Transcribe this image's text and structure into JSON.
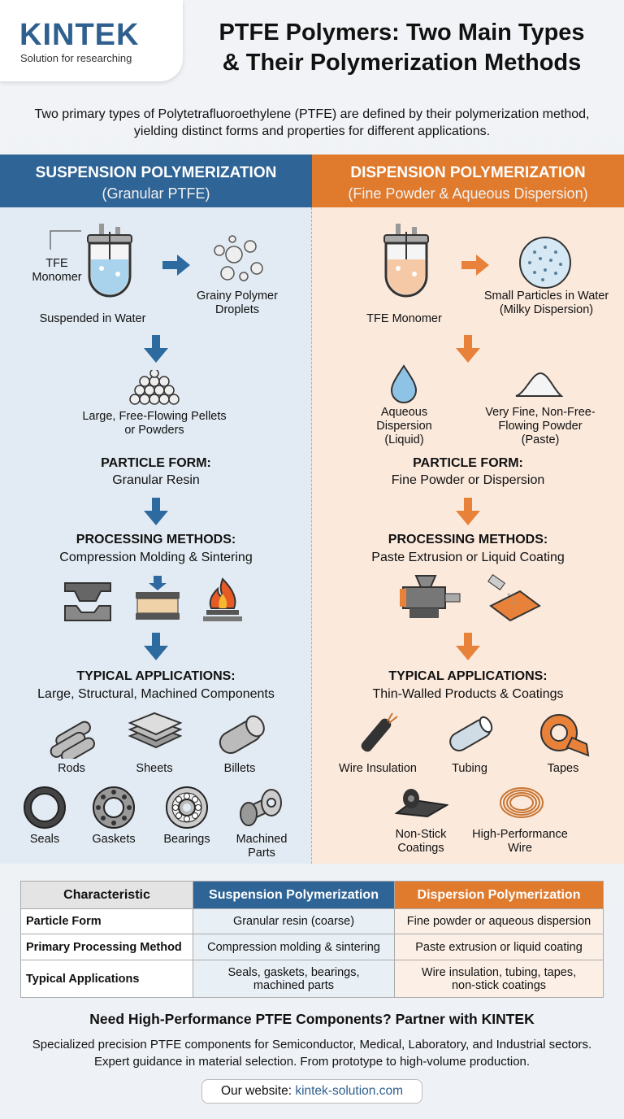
{
  "brand": {
    "logo_text": "KINTEK",
    "tagline": "Solution for researching"
  },
  "title_line1": "PTFE Polymers: Two Main Types",
  "title_line2": "& Their Polymerization Methods",
  "intro": "Two primary types of Polytetrafluoroethylene (PTFE) are defined by their polymerization method, yielding distinct forms and properties for different applications.",
  "colors": {
    "suspension": "#2f6496",
    "dispersion": "#e07b2e",
    "suspension_bg": "#e2ebf3",
    "dispersion_bg": "#fbe9dc"
  },
  "suspension": {
    "title": "SUSPENSION POLYMERIZATION",
    "subtitle": "(Granular PTFE)",
    "monomer_label": "TFE\nMonomer",
    "reactor_label": "Suspended in Water",
    "droplets_label": "Grainy Polymer Droplets",
    "pellets_label": "Large, Free-Flowing Pellets or Powders",
    "particle_title": "PARTICLE FORM:",
    "particle_value": "Granular Resin",
    "processing_title": "PROCESSING METHODS:",
    "processing_value": "Compression Molding & Sintering",
    "applications_title": "TYPICAL APPLICATIONS:",
    "applications_value": "Large, Structural, Machined Components",
    "apps": [
      {
        "label": "Rods",
        "icon": "rods-icon"
      },
      {
        "label": "Sheets",
        "icon": "sheets-icon"
      },
      {
        "label": "Billets",
        "icon": "billet-icon"
      },
      {
        "label": "Seals",
        "icon": "seal-icon"
      },
      {
        "label": "Gaskets",
        "icon": "gasket-icon"
      },
      {
        "label": "Bearings",
        "icon": "bearing-icon"
      },
      {
        "label": "Machined Parts",
        "icon": "machined-part-icon"
      }
    ]
  },
  "dispersion": {
    "title": "DISPENSION POLYMERIZATION",
    "subtitle": "(Fine Powder & Aqueous Dispersion)",
    "reactor_label": "TFE Monomer",
    "particles_label": "Small Particles in Water (Milky Dispersion)",
    "liquid_label": "Aqueous Dispersion (Liquid)",
    "powder_label": "Very Fine, Non-Free-Flowing Powder (Paste)",
    "particle_title": "PARTICLE FORM:",
    "particle_value": "Fine Powder or Dispersion",
    "processing_title": "PROCESSING METHODS:",
    "processing_value": "Paste Extrusion or Liquid Coating",
    "applications_title": "TYPICAL APPLICATIONS:",
    "applications_value": "Thin-Walled Products & Coatings",
    "apps": [
      {
        "label": "Wire Insulation",
        "icon": "wire-icon"
      },
      {
        "label": "Tubing",
        "icon": "tube-icon"
      },
      {
        "label": "Tapes",
        "icon": "tape-icon"
      },
      {
        "label": "Non-Stick Coatings",
        "icon": "coating-roll-icon"
      },
      {
        "label": "High-Performance Wire",
        "icon": "coil-icon"
      }
    ]
  },
  "table": {
    "headers": [
      "Characteristic",
      "Suspension Polymerization",
      "Dispersion Polymerization"
    ],
    "rows": [
      [
        "Particle Form",
        "Granular resin (coarse)",
        "Fine powder or aqueous dispersion"
      ],
      [
        "Primary Processing Method",
        "Compression molding & sintering",
        "Paste extrusion or liquid coating"
      ],
      [
        "Typical Applications",
        "Seals, gaskets, bearings, machined parts",
        "Wire insulation, tubing, tapes, non-stick coatings"
      ]
    ]
  },
  "cta": {
    "title": "Need High-Performance PTFE Components? Partner with KINTEK",
    "text": "Specialized precision PTFE components for Semiconductor, Medical, Laboratory, and Industrial sectors. Expert guidance in material selection. From prototype to high-volume production.",
    "website_label": "Our website: ",
    "website": "kintek-solution.com"
  }
}
